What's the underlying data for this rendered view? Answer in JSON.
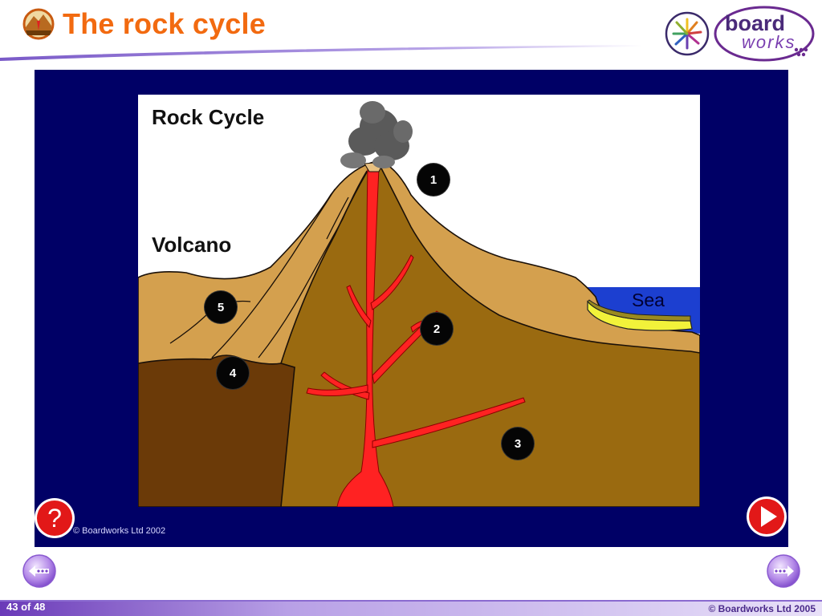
{
  "header": {
    "title": "The rock cycle",
    "title_color": "#f26a10",
    "title_icon": "rock-cycle-thumbnail-icon",
    "logo": {
      "line1": "board",
      "line2": "works",
      "wheel_icon": "boardworks-wheel-icon"
    }
  },
  "diagram": {
    "heading": "Rock Cycle",
    "subheading": "Volcano",
    "sea_label": "Sea",
    "markers": [
      "1",
      "2",
      "3",
      "4",
      "5"
    ],
    "copyright": "© Boardworks Ltd 2002",
    "colors": {
      "panel_background": "#000066",
      "sky": "#ffffff",
      "volcano_slopes": "#d4a04e",
      "volcano_interior": "#9a6a10",
      "bedrock": "#6b3a08",
      "magma": "#ff2222",
      "sea": "#1c3fd0",
      "sediment": "#f2f23a"
    }
  },
  "controls": {
    "help_icon": "question-mark-icon",
    "play_icon": "play-triangle-icon",
    "prev_icon": "previous-arrow-icon",
    "next_icon": "next-arrow-icon"
  },
  "footer": {
    "page": "43 of 48",
    "copyright": "© Boardworks Ltd 2005"
  }
}
